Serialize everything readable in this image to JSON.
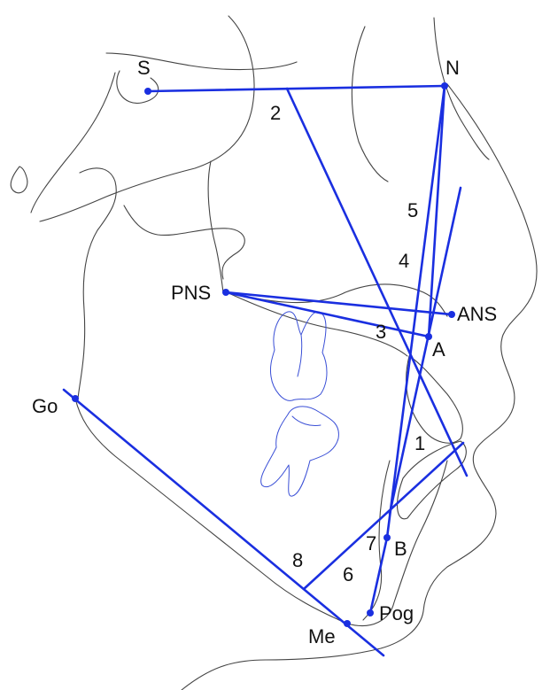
{
  "colors": {
    "lines": "#1a2fe0",
    "outline": "#444444",
    "teeth": "#3a4fd6",
    "text": "#111111"
  },
  "landmarks": {
    "s": "S",
    "n": "N",
    "pns": "PNS",
    "ans": "ANS",
    "a": "A",
    "go": "Go",
    "b": "B",
    "pog": "Pog",
    "me": "Me"
  },
  "angles": {
    "a1": "1",
    "a2": "2",
    "a3": "3",
    "a4": "4",
    "a5": "5",
    "a6": "6",
    "a7": "7",
    "a8": "8"
  }
}
